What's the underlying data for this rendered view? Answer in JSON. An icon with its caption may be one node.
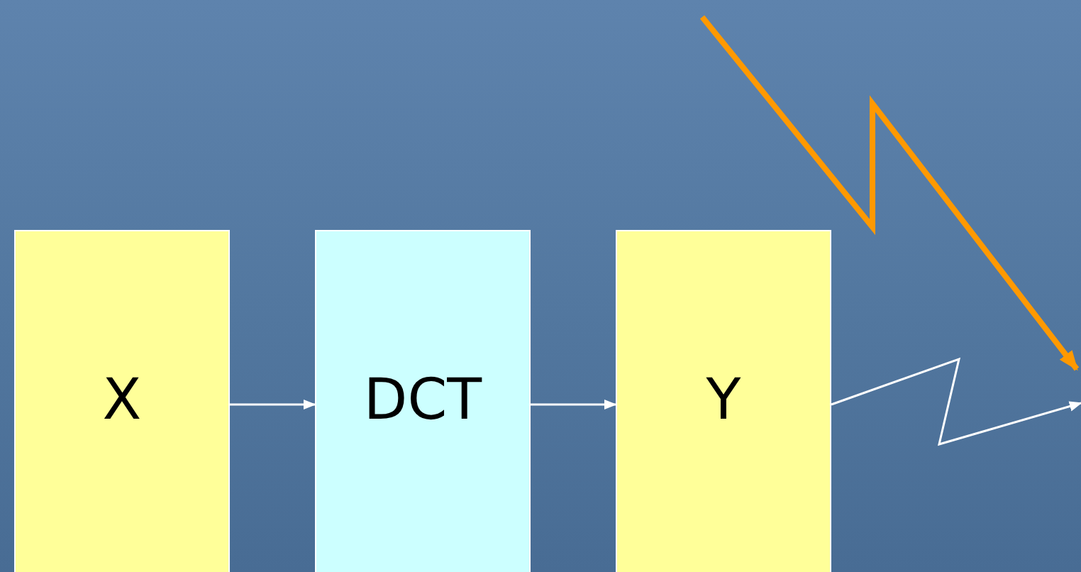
{
  "diagram": {
    "nodes": [
      {
        "text": [
          "X"
        ]
      },
      {
        "text": [
          "DCT"
        ]
      },
      {
        "text": [
          "Y"
        ]
      }
    ],
    "edges": [
      {
        "from": 0,
        "to": 1,
        "arrow": "to"
      },
      {
        "from": 1,
        "to": 2,
        "arrow": "to"
      },
      {
        "from": 2,
        "to": null,
        "arrow": "to"
      }
    ]
  }
}
